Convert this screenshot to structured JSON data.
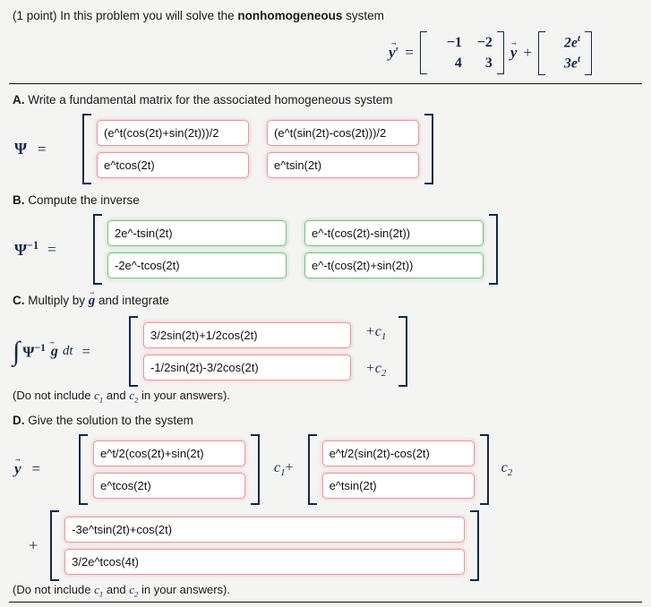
{
  "prompt": {
    "points": "(1 point)",
    "text_before": " In this problem you will solve the ",
    "emphasis": "nonhomogeneous",
    "text_after": " system"
  },
  "equation": {
    "lhs": "y",
    "lhs_prime": "′",
    "equals": "=",
    "matrix": [
      [
        "−1",
        "−2"
      ],
      [
        "4",
        "3"
      ]
    ],
    "times_vector": "y",
    "plus": "+",
    "forcing": [
      "2e",
      "3e"
    ],
    "forcing_exp": "t"
  },
  "sections": {
    "a": {
      "letter": "A.",
      "title": " Write a fundamental matrix for the associated homogeneous system",
      "label": "Ψ",
      "equals": "=",
      "status": "wrong",
      "cells": [
        [
          "(e^t(cos(2t)+sin(2t)))/2",
          "(e^t(sin(2t)-cos(2t)))/2"
        ],
        [
          "e^tcos(2t)",
          "e^tsin(2t)"
        ]
      ]
    },
    "b": {
      "letter": "B.",
      "title": " Compute the inverse",
      "label": "Ψ",
      "label_sup": "−1",
      "equals": "=",
      "status": "right",
      "cells": [
        [
          "2e^-tsin(2t)",
          "e^-t(cos(2t)-sin(2t))"
        ],
        [
          "-2e^-tcos(2t)",
          "e^-t(cos(2t)+sin(2t))"
        ]
      ]
    },
    "c": {
      "letter": "C.",
      "title": " Multiply by ",
      "title_vec": "g",
      "title_rest": " and integrate",
      "integral": "∫",
      "label": "Ψ",
      "label_sup": "−1",
      "label_vec": "g",
      "label_dt": "dt",
      "equals": "=",
      "status": "wrong",
      "cells": [
        "3/2sin(2t)+1/2cos(2t)",
        "-1/2sin(2t)-3/2cos(2t)"
      ],
      "constants": [
        "+c",
        "+c"
      ],
      "constant_subs": [
        "1",
        "2"
      ],
      "note_pre": "(Do not include ",
      "note_c1": "c",
      "note_c1_sub": "1",
      "note_mid": " and ",
      "note_c2": "c",
      "note_c2_sub": "2",
      "note_post": " in your answers)."
    },
    "d": {
      "letter": "D.",
      "title": " Give the solution to the system",
      "label": "y",
      "equals": "=",
      "status": "wrong",
      "block1": [
        "e^t/2(cos(2t)+sin(2t)",
        "e^tcos(2t)"
      ],
      "mid_const": "c",
      "mid_const_sub": "1",
      "mid_plus": "+",
      "block2": [
        "e^t/2(sin(2t)-cos(2t)",
        "e^tsin(2t)"
      ],
      "end_const": "c",
      "end_const_sub": "2",
      "plus_sign": "+",
      "block3": [
        "-3e^tsin(2t)+cos(2t)",
        "3/2e^tcos(4t)"
      ],
      "note_pre": "(Do not include ",
      "note_c1": "c",
      "note_c1_sub": "1",
      "note_mid": " and ",
      "note_c2": "c",
      "note_c2_sub": "2",
      "note_post": " in your answers)."
    }
  },
  "colors": {
    "background": "#f4f4f3",
    "math": "#12284c",
    "wrong_border": "#e79a9f",
    "right_border": "#7cbf85",
    "text": "#1a1a1a"
  }
}
